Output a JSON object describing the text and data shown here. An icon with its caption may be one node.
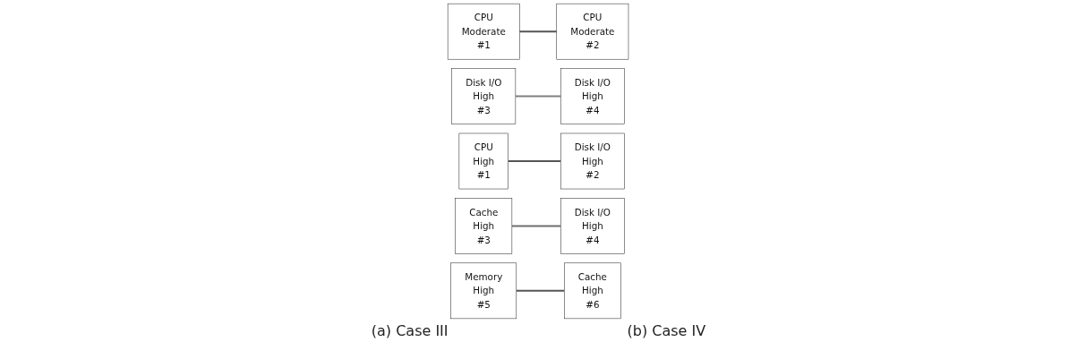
{
  "diagram": {
    "nodes": [
      {
        "text": [
          "CPU",
          "Moderate",
          "#1"
        ]
      },
      {
        "text": [
          "CPU",
          "Moderate",
          "#2"
        ]
      },
      {
        "text": [
          "Disk I/O",
          "High",
          "#3"
        ]
      },
      {
        "text": [
          "Disk I/O",
          "High",
          "#4"
        ]
      },
      {
        "text": [
          "CPU",
          "High",
          "#1"
        ]
      },
      {
        "text": [
          "Disk I/O",
          "High",
          "#2"
        ]
      },
      {
        "text": [
          "Cache",
          "High",
          "#3"
        ]
      },
      {
        "text": [
          "Disk I/O",
          "High",
          "#4"
        ]
      },
      {
        "text": [
          "Memory",
          "High",
          "#5"
        ]
      },
      {
        "text": [
          "Cache",
          "High",
          "#6"
        ]
      }
    ],
    "edges": [
      {
        "from": 0,
        "to": 1,
        "arrow": "none"
      },
      {
        "from": 2,
        "to": 3,
        "arrow": "none",
        "color": "#808080"
      },
      {
        "from": 4,
        "to": 5,
        "arrow": "none"
      },
      {
        "from": 6,
        "to": 7,
        "arrow": "none",
        "color": "#6e6e6e"
      },
      {
        "from": 8,
        "to": 9,
        "arrow": "none"
      }
    ],
    "labels": [
      "(a) Case III",
      "(b) Case IV"
    ]
  }
}
